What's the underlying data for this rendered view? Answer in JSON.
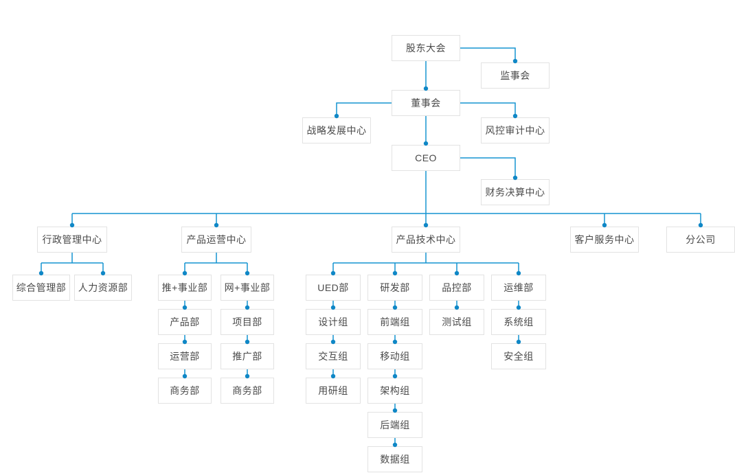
{
  "diagram": {
    "type": "org-chart",
    "line_color": "#1494d1",
    "dot_color": "#0f87c6",
    "box_border_color": "#e2e2e2",
    "box_bg_color": "#ffffff",
    "text_color": "#4a4a4a",
    "page_bg_color": "#ffffff"
  },
  "nodes": {
    "shareholders": {
      "label": "股东大会"
    },
    "supervisory": {
      "label": "监事会"
    },
    "board": {
      "label": "董事会"
    },
    "strategy": {
      "label": "战略发展中心"
    },
    "risk_audit": {
      "label": "风控审计中心"
    },
    "ceo": {
      "label": "CEO"
    },
    "finance": {
      "label": "财务决算中心"
    },
    "admin_center": {
      "label": "行政管理中心"
    },
    "product_ops": {
      "label": "产品运营中心"
    },
    "product_tech": {
      "label": "产品技术中心"
    },
    "customer_service": {
      "label": "客户服务中心"
    },
    "branch_company": {
      "label": "分公司"
    },
    "general_mgmt": {
      "label": "综合管理部"
    },
    "hr": {
      "label": "人力资源部"
    },
    "tui_division": {
      "label": "推+事业部"
    },
    "wang_division": {
      "label": "网+事业部"
    },
    "product_dept": {
      "label": "产品部"
    },
    "ops_dept": {
      "label": "运营部"
    },
    "biz_dept_left": {
      "label": "商务部"
    },
    "project_dept": {
      "label": "项目部"
    },
    "promo_dept": {
      "label": "推广部"
    },
    "biz_dept_right": {
      "label": "商务部"
    },
    "ued_dept": {
      "label": "UED部"
    },
    "rnd_dept": {
      "label": "研发部"
    },
    "qc_dept": {
      "label": "品控部"
    },
    "devops_dept": {
      "label": "运维部"
    },
    "design_group": {
      "label": "设计组"
    },
    "interaction_group": {
      "label": "交互组"
    },
    "user_research_group": {
      "label": "用研组"
    },
    "frontend_group": {
      "label": "前端组"
    },
    "mobile_group": {
      "label": "移动组"
    },
    "architecture_group": {
      "label": "架构组"
    },
    "backend_group": {
      "label": "后端组"
    },
    "data_group": {
      "label": "数据组"
    },
    "testing_group": {
      "label": "测试组"
    },
    "system_group": {
      "label": "系统组"
    },
    "security_group": {
      "label": "安全组"
    }
  },
  "edges": [
    {
      "from": "shareholders",
      "to": "supervisory"
    },
    {
      "from": "shareholders",
      "to": "board"
    },
    {
      "from": "board",
      "to": "strategy"
    },
    {
      "from": "board",
      "to": "risk_audit"
    },
    {
      "from": "board",
      "to": "ceo"
    },
    {
      "from": "ceo",
      "to": "finance"
    },
    {
      "from": "ceo",
      "to": "admin_center"
    },
    {
      "from": "ceo",
      "to": "product_ops"
    },
    {
      "from": "ceo",
      "to": "product_tech"
    },
    {
      "from": "ceo",
      "to": "customer_service"
    },
    {
      "from": "ceo",
      "to": "branch_company"
    },
    {
      "from": "admin_center",
      "to": "general_mgmt"
    },
    {
      "from": "admin_center",
      "to": "hr"
    },
    {
      "from": "product_ops",
      "to": "tui_division"
    },
    {
      "from": "product_ops",
      "to": "wang_division"
    },
    {
      "from": "tui_division",
      "to": "product_dept"
    },
    {
      "from": "product_dept",
      "to": "ops_dept"
    },
    {
      "from": "ops_dept",
      "to": "biz_dept_left"
    },
    {
      "from": "wang_division",
      "to": "project_dept"
    },
    {
      "from": "project_dept",
      "to": "promo_dept"
    },
    {
      "from": "promo_dept",
      "to": "biz_dept_right"
    },
    {
      "from": "product_tech",
      "to": "ued_dept"
    },
    {
      "from": "product_tech",
      "to": "rnd_dept"
    },
    {
      "from": "product_tech",
      "to": "qc_dept"
    },
    {
      "from": "product_tech",
      "to": "devops_dept"
    },
    {
      "from": "ued_dept",
      "to": "design_group"
    },
    {
      "from": "design_group",
      "to": "interaction_group"
    },
    {
      "from": "interaction_group",
      "to": "user_research_group"
    },
    {
      "from": "rnd_dept",
      "to": "frontend_group"
    },
    {
      "from": "frontend_group",
      "to": "mobile_group"
    },
    {
      "from": "mobile_group",
      "to": "architecture_group"
    },
    {
      "from": "architecture_group",
      "to": "backend_group"
    },
    {
      "from": "backend_group",
      "to": "data_group"
    },
    {
      "from": "qc_dept",
      "to": "testing_group"
    },
    {
      "from": "devops_dept",
      "to": "system_group"
    },
    {
      "from": "system_group",
      "to": "security_group"
    }
  ]
}
